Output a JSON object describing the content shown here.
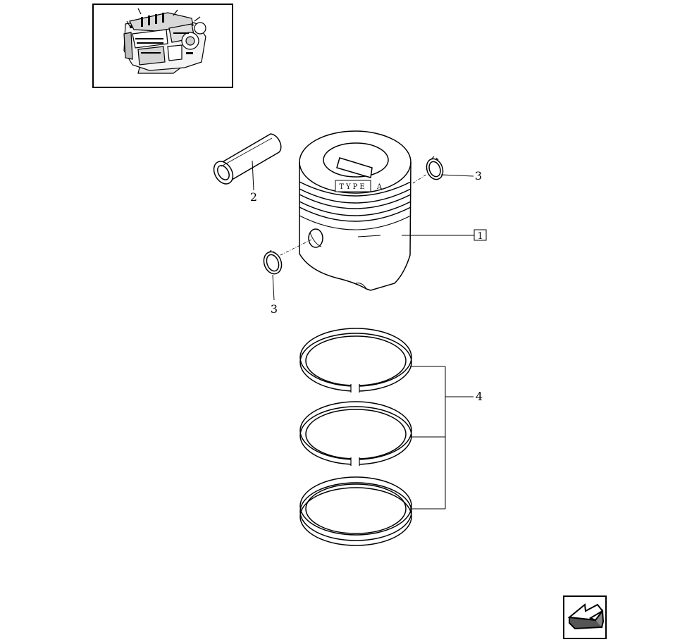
{
  "diagram": {
    "callouts": {
      "piston_ref": "1",
      "pin": "2",
      "circlip_right": "3",
      "circlip_left": "3",
      "rings": "4"
    },
    "type_mark": {
      "text": "TYPE",
      "suffix": "A"
    }
  },
  "icons": {
    "engine_thumbnail": "engine-icon",
    "navigation": "arrow-back-icon"
  }
}
